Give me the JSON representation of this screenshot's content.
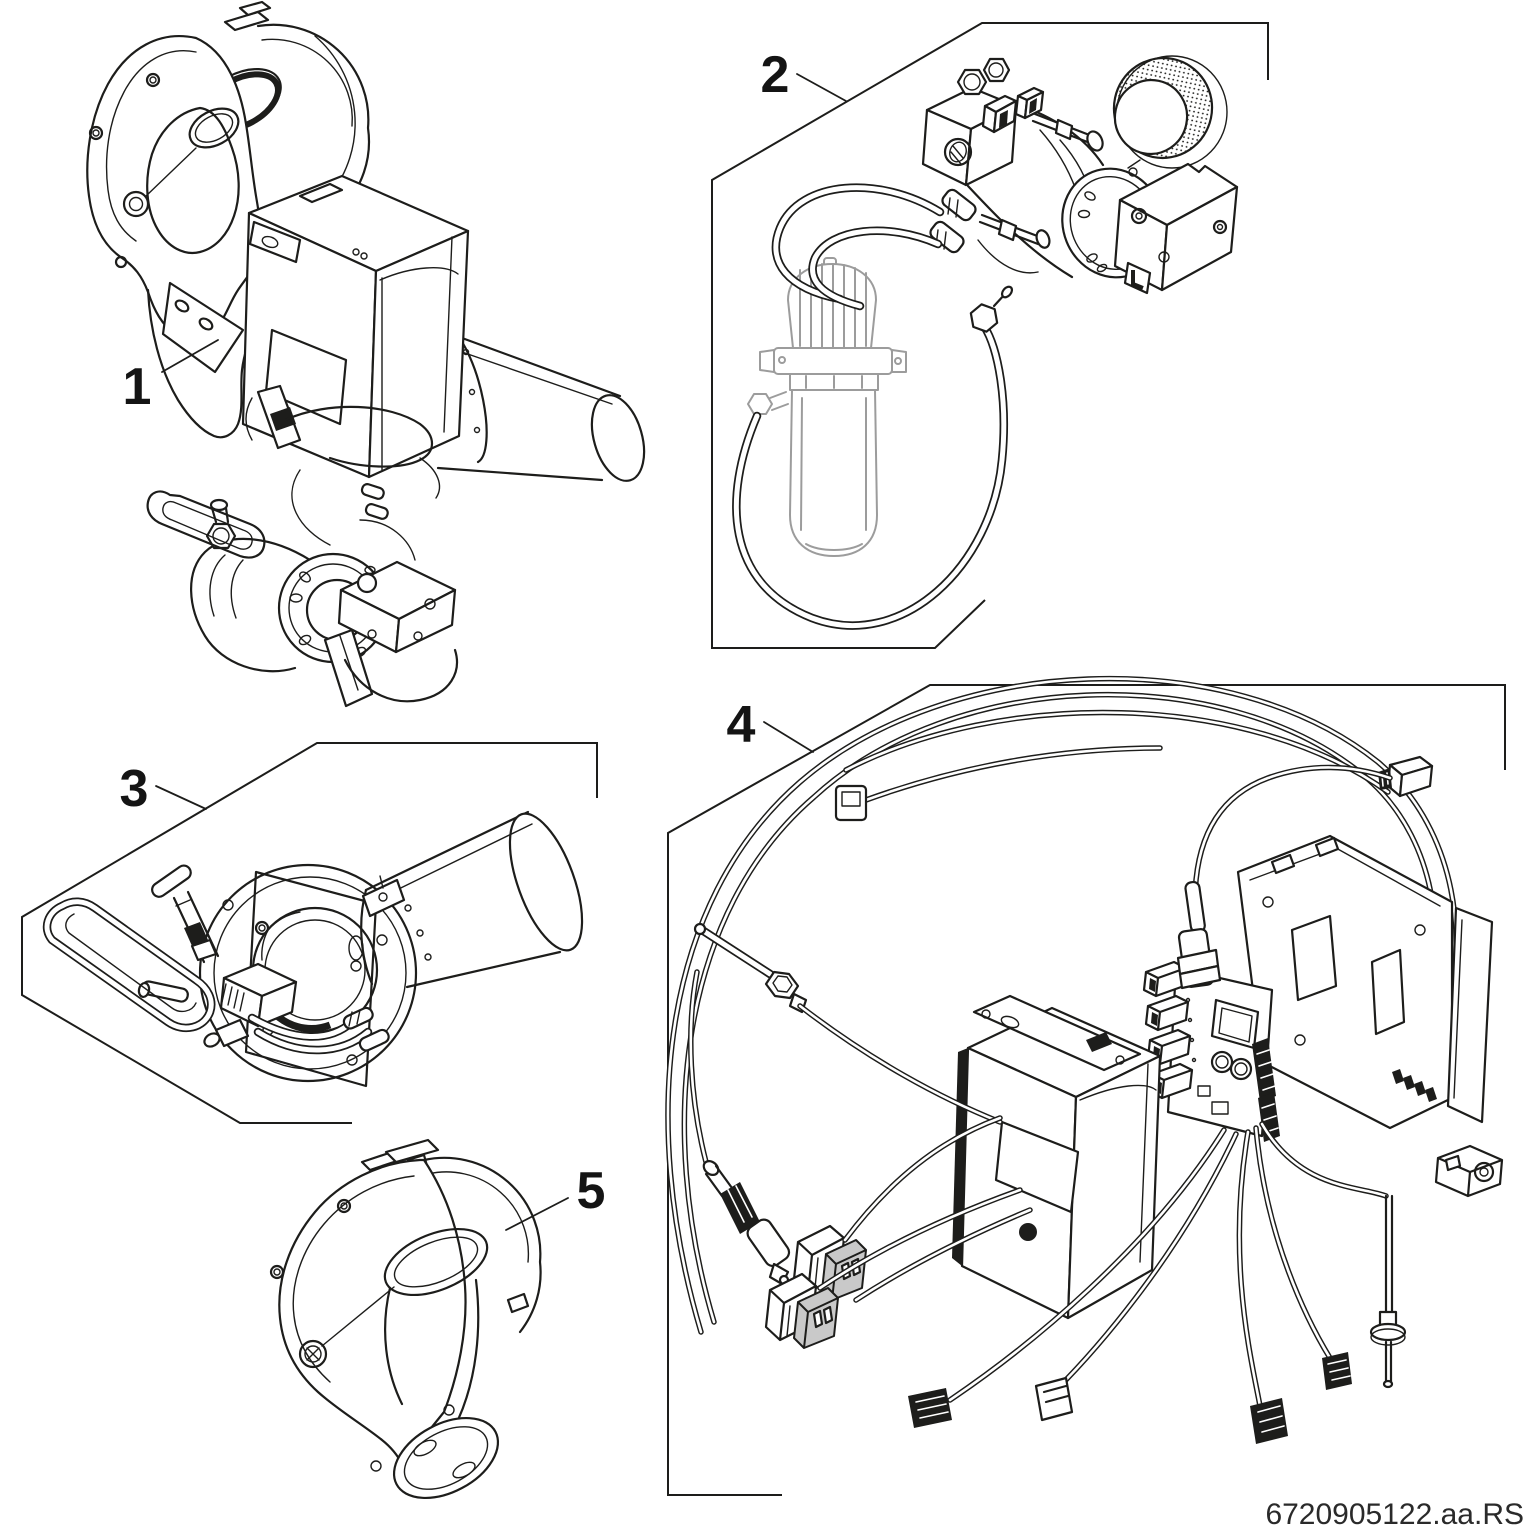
{
  "diagram": {
    "callouts": [
      {
        "label": "1"
      },
      {
        "label": "2"
      },
      {
        "label": "3"
      },
      {
        "label": "4"
      },
      {
        "label": "5"
      }
    ],
    "reference_code": "6720905122.aa.RS"
  },
  "colors": {
    "line": "#1d1d1b",
    "light_line": "#9c9c9c",
    "dark_fill": "#1d1d1b",
    "gray_fill": "#c9c9c9",
    "background": "#ffffff",
    "label_text": "#141414",
    "reference_text": "#2a2a2a"
  }
}
